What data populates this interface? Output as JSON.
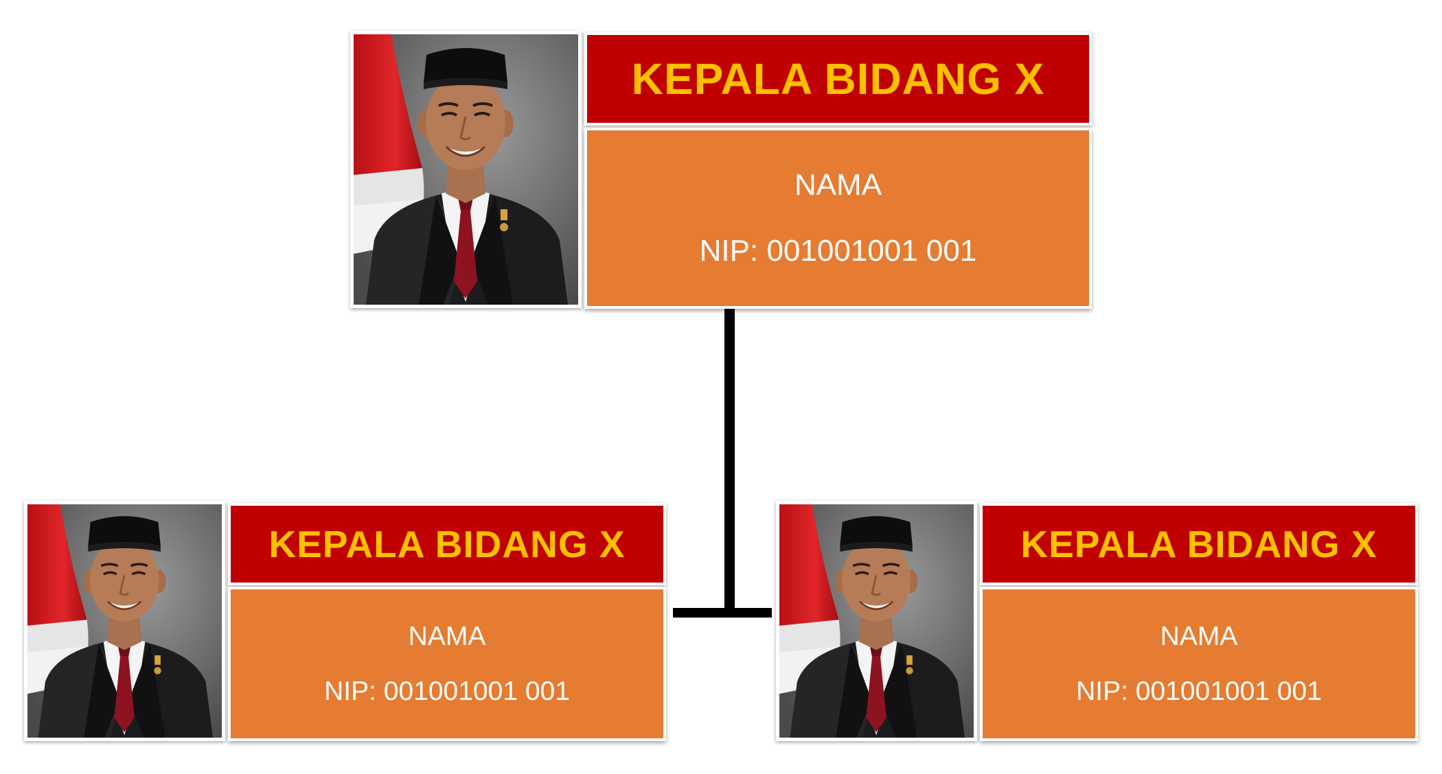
{
  "colors": {
    "title_background": "#C00000",
    "title_text": "#FFC000",
    "info_background": "#E57C32",
    "info_text": "#FFFFFF",
    "connector": "#000000"
  },
  "nodes": {
    "top": {
      "title": "KEPALA BIDANG X",
      "nama": "NAMA",
      "nip": "NIP: 001001001 001"
    },
    "left": {
      "title": "KEPALA BIDANG X",
      "nama": "NAMA",
      "nip": "NIP: 001001001 001"
    },
    "right": {
      "title": "KEPALA BIDANG X",
      "nama": "NAMA",
      "nip": "NIP: 001001001 001"
    }
  }
}
